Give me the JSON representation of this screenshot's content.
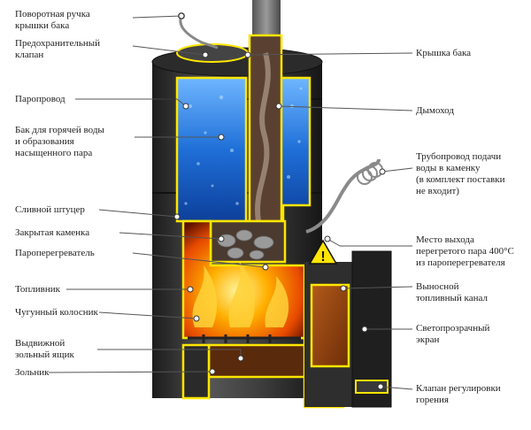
{
  "labels_left": [
    {
      "id": "handle",
      "text": "Поворотная ручка\nкрышки бака"
    },
    {
      "id": "valve",
      "text": "Предохранительный\nклапан"
    },
    {
      "id": "steam_pipe",
      "text": "Паропровод"
    },
    {
      "id": "tank",
      "text": "Бак для горячей воды\nи образования\nнасыщенного пара"
    },
    {
      "id": "drain",
      "text": "Сливной штуцер"
    },
    {
      "id": "closed_heater",
      "text": "Закрытая каменка"
    },
    {
      "id": "superheater",
      "text": "Пароперегреватель"
    },
    {
      "id": "firebox",
      "text": "Топливник"
    },
    {
      "id": "grate",
      "text": "Чугунный колосник"
    },
    {
      "id": "ash_drawer",
      "text": "Выдвижной\nзольный ящик"
    },
    {
      "id": "ash_pit",
      "text": "Зольник"
    }
  ],
  "labels_right": [
    {
      "id": "tank_lid",
      "text": "Крышка бака"
    },
    {
      "id": "chimney",
      "text": "Дымоход"
    },
    {
      "id": "water_pipe",
      "text": "Трубопровод подачи\nводы в каменку\n(в комплект поставки\nне входит)"
    },
    {
      "id": "steam_outlet",
      "text": "Место выхода\nперегретого пара 400°С\nиз пароперегревателя"
    },
    {
      "id": "fuel_channel",
      "text": "Выносной\nтопливный канал"
    },
    {
      "id": "screen",
      "text": "Светопрозрачный\nэкран"
    },
    {
      "id": "damper",
      "text": "Клапан регулировки\nгорения"
    }
  ],
  "warning_symbol": "!",
  "colors": {
    "highlight": "#ffe600",
    "steel": "#3a3a3a",
    "water": "#1f6fd8",
    "fire": "#ff7a00",
    "leader": "#555555"
  }
}
